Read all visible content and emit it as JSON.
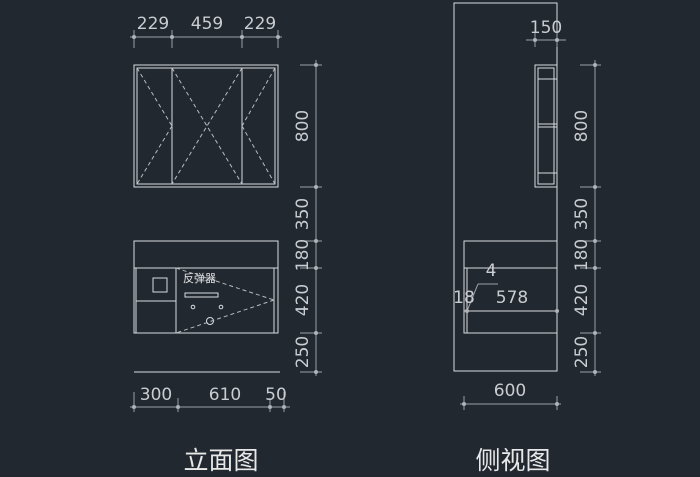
{
  "front_view": {
    "title": "立面图",
    "top_dims": [
      "229",
      "459",
      "229"
    ],
    "right_dims": [
      "800",
      "350",
      "180",
      "420",
      "250"
    ],
    "bottom_dims": [
      "300",
      "610",
      "50"
    ],
    "appliance_label": "反弹器"
  },
  "side_view": {
    "title": "侧视图",
    "top_dim": "150",
    "right_dims": [
      "800",
      "350",
      "180",
      "420",
      "250"
    ],
    "bottom_dim": "600",
    "inner_dims": [
      "4",
      "18",
      "578"
    ]
  }
}
